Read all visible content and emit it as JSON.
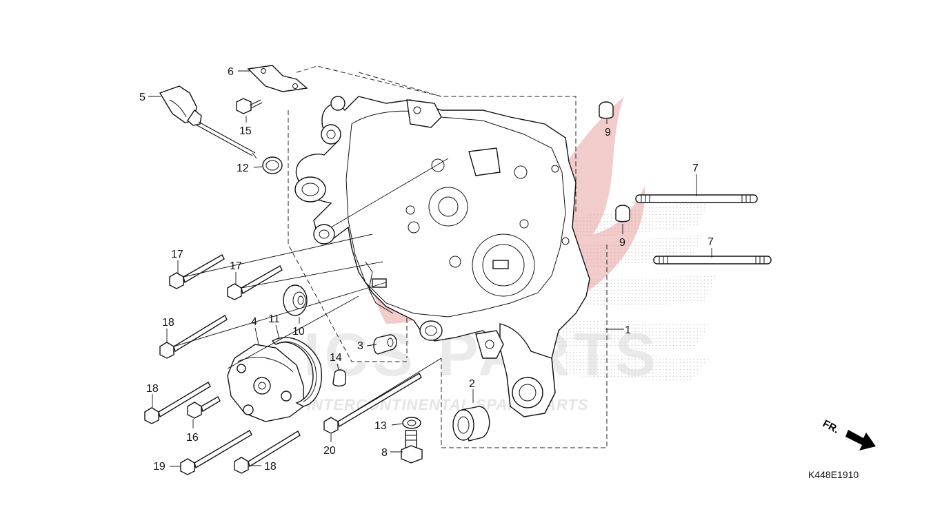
{
  "diagram": {
    "diagram_code": "K448E1910",
    "direction_marker": "FR.",
    "watermark": {
      "brand": "ICS PARTS",
      "tagline": "INTERCONTINENTAL SPARE PARTS"
    },
    "colors": {
      "line": "#111111",
      "watermark_red": "#e8a0a0",
      "watermark_gray": "#d9d9d9"
    },
    "callouts": [
      {
        "id": "c1",
        "label": "1"
      },
      {
        "id": "c2",
        "label": "2"
      },
      {
        "id": "c3",
        "label": "3"
      },
      {
        "id": "c4",
        "label": "4"
      },
      {
        "id": "c5",
        "label": "5"
      },
      {
        "id": "c6",
        "label": "6"
      },
      {
        "id": "c7a",
        "label": "7"
      },
      {
        "id": "c7b",
        "label": "7"
      },
      {
        "id": "c8",
        "label": "8"
      },
      {
        "id": "c9a",
        "label": "9"
      },
      {
        "id": "c9b",
        "label": "9"
      },
      {
        "id": "c10",
        "label": "10"
      },
      {
        "id": "c11",
        "label": "11"
      },
      {
        "id": "c12",
        "label": "12"
      },
      {
        "id": "c13",
        "label": "13"
      },
      {
        "id": "c14",
        "label": "14"
      },
      {
        "id": "c15",
        "label": "15"
      },
      {
        "id": "c16",
        "label": "16"
      },
      {
        "id": "c17a",
        "label": "17"
      },
      {
        "id": "c17b",
        "label": "17"
      },
      {
        "id": "c18a",
        "label": "18"
      },
      {
        "id": "c18b",
        "label": "18"
      },
      {
        "id": "c18c",
        "label": "18"
      },
      {
        "id": "c19",
        "label": "19"
      },
      {
        "id": "c20",
        "label": "20"
      }
    ]
  }
}
